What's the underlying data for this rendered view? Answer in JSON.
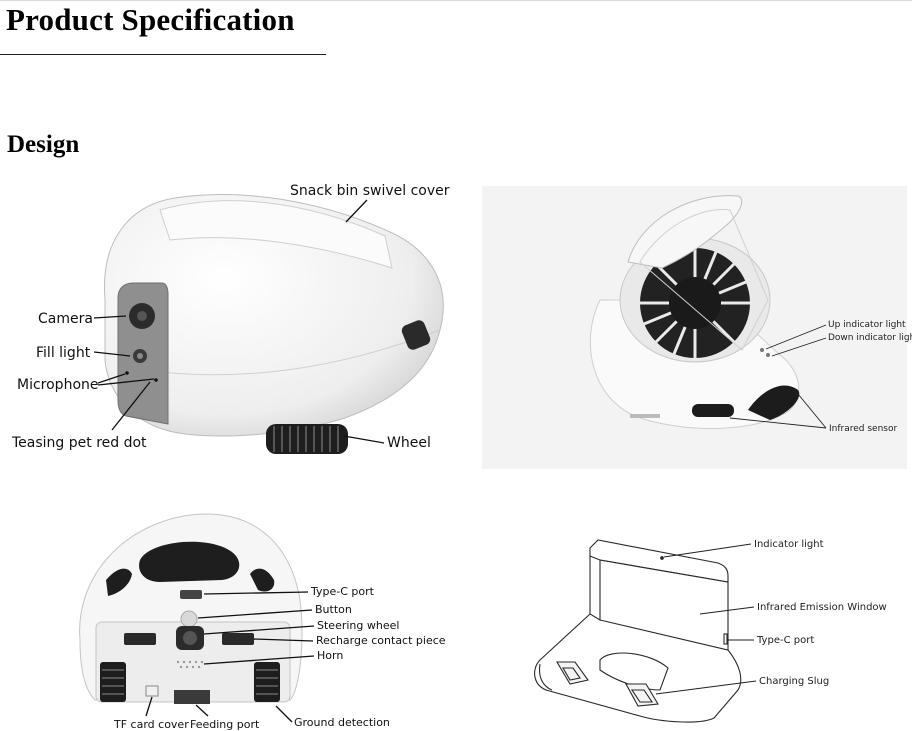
{
  "page": {
    "title": "Product Specification",
    "section": "Design"
  },
  "figures": {
    "front_view": {
      "labels": {
        "snack_bin": "Snack bin swivel cover",
        "camera": "Camera",
        "fill_light": "Fill light",
        "microphone": "Microphone",
        "red_dot": "Teasing pet red dot",
        "wheel": "Wheel"
      }
    },
    "open_view": {
      "labels": {
        "up_indicator": "Up indicator light",
        "down_indicator": "Down indicator light",
        "infrared_sensor": "Infrared sensor"
      }
    },
    "bottom_view": {
      "labels": {
        "type_c": "Type-C port",
        "button": "Button",
        "steering_wheel": "Steering wheel",
        "recharge_contact": "Recharge contact piece",
        "horn": "Horn",
        "tf_card": "TF card cover",
        "feeding_port": "Feeding port",
        "ground_detection": "Ground detection"
      }
    },
    "dock_view": {
      "labels": {
        "indicator_light": "Indicator light",
        "ir_window": "Infrared Emission Window",
        "type_c": "Type-C port",
        "charging_slug": "Charging Slug"
      }
    }
  },
  "colors": {
    "body_white": "#f5f5f5",
    "panel_gray": "#8f8f8f",
    "dark": "#1e1e1e"
  }
}
